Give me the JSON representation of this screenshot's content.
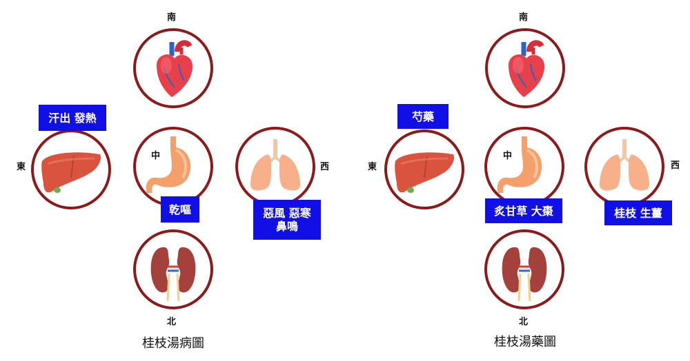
{
  "directions": {
    "south": "南",
    "north": "北",
    "east": "東",
    "west": "西",
    "center": "中"
  },
  "left_panel": {
    "title": "桂枝湯病圖",
    "labels": {
      "liver": "汗出 發熱",
      "stomach": "乾嘔",
      "lung": "惡風 惡寒\n鼻鳴"
    }
  },
  "right_panel": {
    "title": "桂枝湯藥圖",
    "labels": {
      "liver": "芍藥",
      "stomach": "炙甘草 大棗",
      "lung": "桂枝 生薑"
    }
  },
  "colors": {
    "ring": "#8b1a1a",
    "label_bg": "#1010e6",
    "label_text": "#ffffff"
  },
  "icons": [
    "heart-icon",
    "liver-icon",
    "stomach-icon",
    "lung-icon",
    "kidney-icon"
  ]
}
